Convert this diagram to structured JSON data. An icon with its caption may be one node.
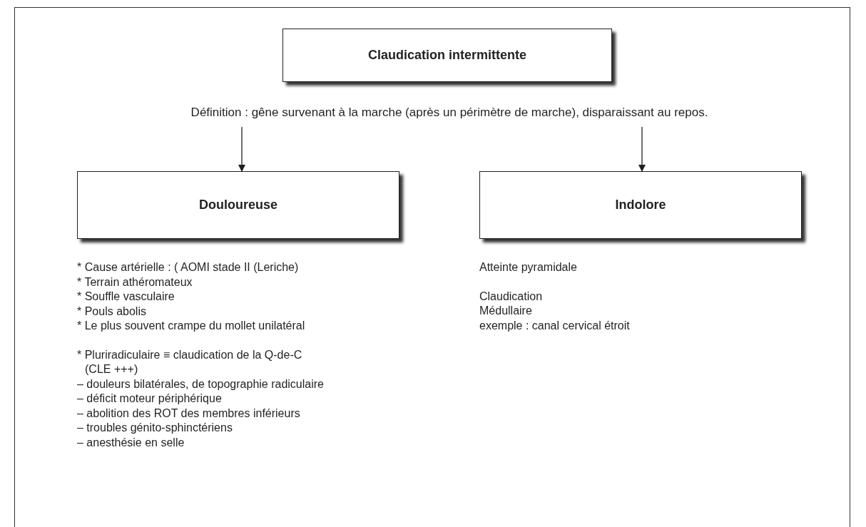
{
  "diagram": {
    "nodes": [
      {
        "text": [
          "Claudication intermittente"
        ]
      },
      {
        "text": [
          "Définition : gêne survenant à la marche (après un périmètre de marche), disparaissant au repos."
        ]
      },
      {
        "text": [
          "Douloureuse"
        ],
        "beside": [
          "* Cause artérielle : ( AOMI stade II (Leriche)",
          "* Terrain athéromateux",
          "* Souffle vasculaire",
          "* Pouls abolis",
          "* Le plus souvent crampe du mollet unilatéral",
          "* Pluriradiculaire ≡ claudication de la Q-de-C (CLE +++)",
          "– douleurs bilatérales, de topographie radiculaire",
          "– déficit moteur périphérique",
          "– abolition des ROT des membres inférieurs",
          "– troubles génito-sphinctériens",
          "– anesthésie en selle"
        ]
      },
      {
        "text": [
          "Indolore"
        ],
        "beside": [
          "Atteinte pyramidale",
          "Claudication",
          "Médullaire",
          "exemple : canal cervical étroit"
        ]
      }
    ],
    "edges": [
      {
        "from": 1,
        "to": 2,
        "arrow": "to"
      },
      {
        "from": 1,
        "to": 3,
        "arrow": "to"
      }
    ]
  }
}
